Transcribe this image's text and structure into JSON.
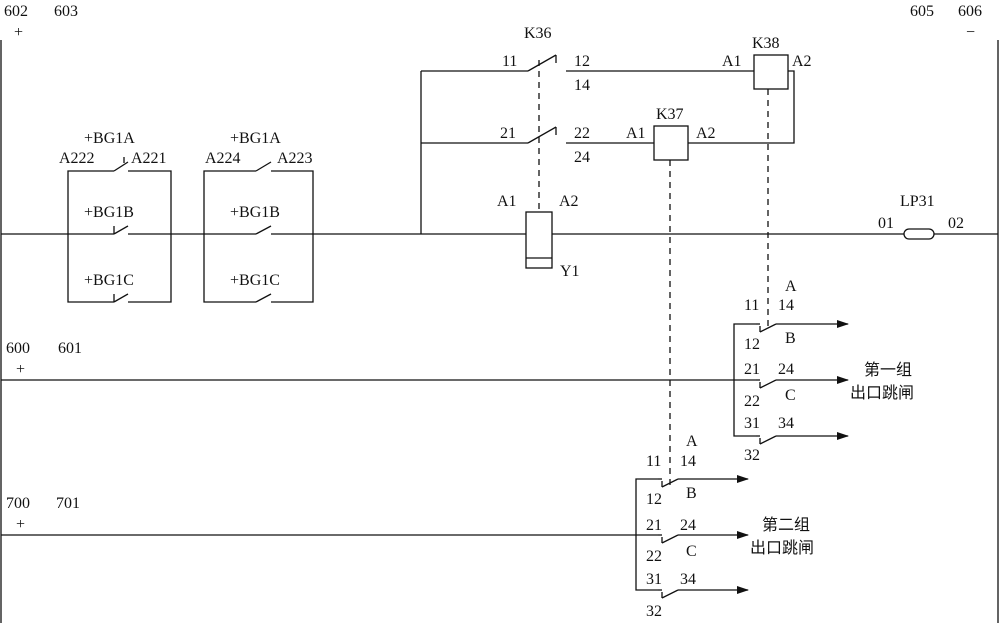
{
  "buses": {
    "b602": "602",
    "b603": "603",
    "b605": "605",
    "b606": "606",
    "plus_top": "+",
    "minus_top": "−",
    "b600": "600",
    "b601": "601",
    "plus_600": "+",
    "b700": "700",
    "b701": "701",
    "plus_700": "+"
  },
  "relays": {
    "k36": {
      "name": "K36",
      "c1_left": "11",
      "c1_right": "12",
      "c1_right2": "14",
      "c2_left": "21",
      "c2_right": "22",
      "c2_right2": "24"
    },
    "k37": {
      "name": "K37",
      "a1": "A1",
      "a2": "A2"
    },
    "k38": {
      "name": "K38",
      "a1": "A1",
      "a2": "A2"
    }
  },
  "coil_y1": {
    "name": "Y1",
    "a1": "A1",
    "a2": "A2"
  },
  "switches": {
    "bg1a_1": "+BG1A",
    "bg1b_1": "+BG1B",
    "bg1c_1": "+BG1C",
    "bg1a_2": "+BG1A",
    "bg1b_2": "+BG1B",
    "bg1c_2": "+BG1C",
    "a222": "A222",
    "a221": "A221",
    "a224": "A224",
    "a223": "A223"
  },
  "link_lp31": {
    "name": "LP31",
    "t01": "01",
    "t02": "02"
  },
  "group1": {
    "label_line1": "第一组",
    "label_line2": "出口跳闸",
    "phase_a": "A",
    "phase_b": "B",
    "phase_c": "C",
    "t11": "11",
    "t14": "14",
    "t12": "12",
    "t21": "21",
    "t24": "24",
    "t22": "22",
    "t31": "31",
    "t34": "34",
    "t32": "32"
  },
  "group2": {
    "label_line1": "第二组",
    "label_line2": "出口跳闸",
    "phase_a": "A",
    "phase_b": "B",
    "phase_c": "C",
    "t11": "11",
    "t14": "14",
    "t12": "12",
    "t21": "21",
    "t24": "24",
    "t22": "22",
    "t31": "31",
    "t34": "34",
    "t32": "32"
  }
}
